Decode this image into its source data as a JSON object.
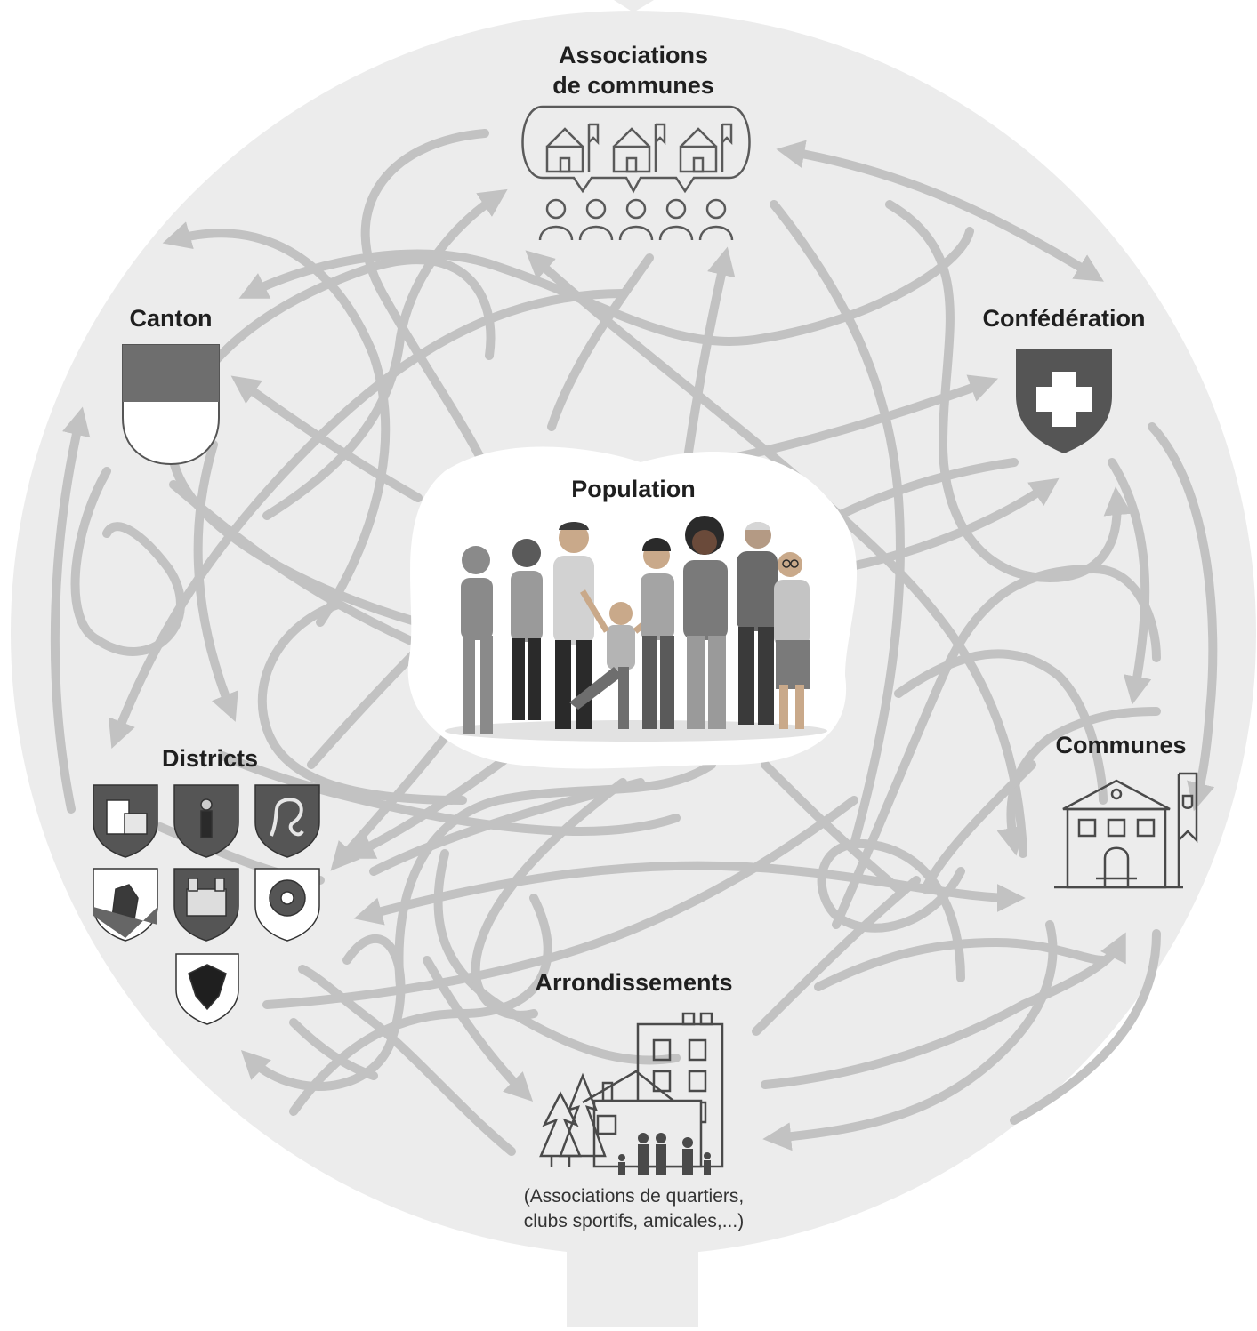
{
  "diagram": {
    "nodes": {
      "associations": {
        "line1": "Associations",
        "line2": "de communes"
      },
      "canton": {
        "label": "Canton"
      },
      "confederation": {
        "label": "Confédération"
      },
      "population": {
        "label": "Population"
      },
      "districts": {
        "label": "Districts"
      },
      "communes": {
        "label": "Communes"
      },
      "arrondissements": {
        "label": "Arrondissements",
        "note_line1": "(Associations de quartiers,",
        "note_line2": "clubs sportifs, amicales,...)"
      }
    },
    "icons": {
      "associations": "town-halls-speech-bubble-people-icon",
      "canton": "canton-shield-icon",
      "confederation": "swiss-cross-shield-icon",
      "population": "crowd-of-people-illustration",
      "districts": "district-coats-of-arms-icon",
      "communes": "town-hall-building-icon",
      "arrondissements": "neighbourhood-houses-family-icon"
    },
    "colors": {
      "background_disc": "#ececec",
      "arrows": "#c2c2c2",
      "center_blob": "#ffffff",
      "canton_top": "#6e6e6e",
      "confederation_shield": "#555555",
      "text": "#1f1f1f"
    }
  }
}
